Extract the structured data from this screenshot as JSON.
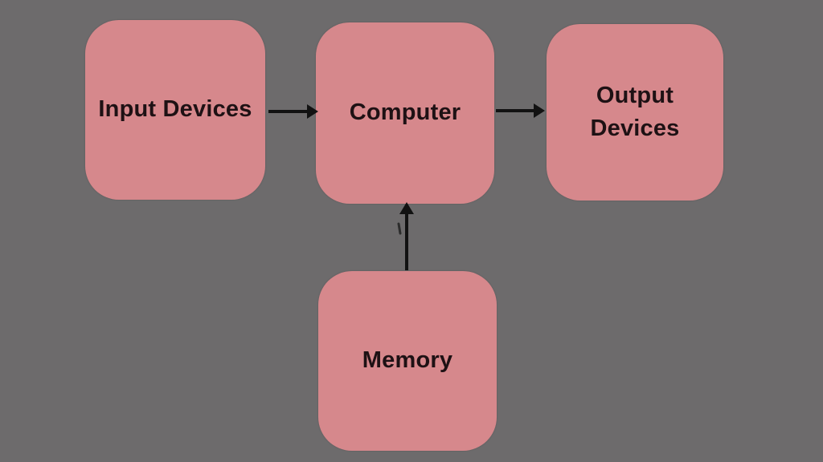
{
  "diagram": {
    "type": "flowchart",
    "background_color": "#6d6b6c",
    "node_fill_color": "#d6888c",
    "text_color": "#1e1114",
    "arrow_color": "#121212",
    "nodes": [
      {
        "id": "input-devices",
        "label": "Input Devices"
      },
      {
        "id": "computer",
        "label": "Computer"
      },
      {
        "id": "output-devices",
        "label": "Output Devices"
      },
      {
        "id": "memory",
        "label": "Memory"
      }
    ],
    "edges": [
      {
        "from": "Input Devices",
        "to": "Computer",
        "direction": "right"
      },
      {
        "from": "Computer",
        "to": "Output Devices",
        "direction": "right"
      },
      {
        "from": "Memory",
        "to": "Computer",
        "direction": "up"
      }
    ]
  }
}
